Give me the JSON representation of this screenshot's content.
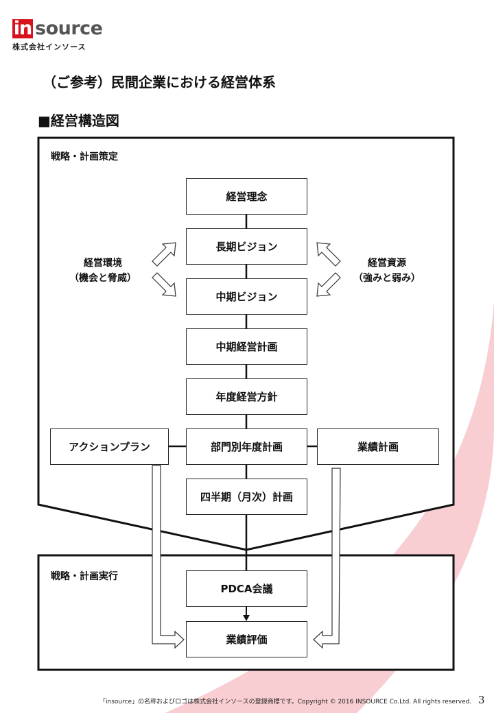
{
  "logo": {
    "mark": "in",
    "word": "source",
    "company": "株式会社インソース"
  },
  "page_title": "（ご参考）民間企業における経営体系",
  "section_title": "■経営構造図",
  "regions": {
    "planning": "戦略・計画策定",
    "execution": "戦略・計画実行"
  },
  "center_boxes": [
    "経営理念",
    "長期ビジョン",
    "中期ビジョン",
    "中期経営計画",
    "年度経営方針",
    "部門別年度計画",
    "四半期（月次）計画"
  ],
  "side_boxes": {
    "left": "アクションプラン",
    "right": "業績計画"
  },
  "execution_boxes": [
    "PDCA会議",
    "業績評価"
  ],
  "environment": {
    "line1": "経営環境",
    "line2": "（機会と脅威）"
  },
  "resources": {
    "line1": "経営資源",
    "line2": "（強みと弱み）"
  },
  "footer": "「insource」の名称およびロゴは株式会社インソースの登録商標です。Copyright © 2016 INSOURCE Co.Ltd. All rights reserved.",
  "page_number": "3",
  "colors": {
    "brand_red": "#d7141e",
    "decor_pink": "#f7c6ca",
    "line": "#222222"
  }
}
